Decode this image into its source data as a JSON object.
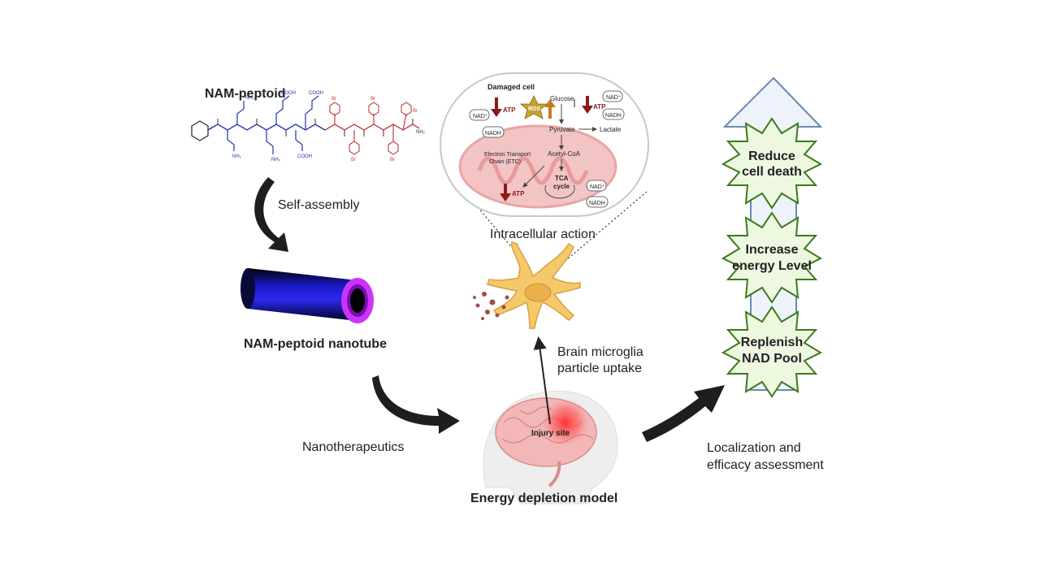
{
  "labels": {
    "nam_peptoid": "NAM-peptoid",
    "self_assembly": "Self-assembly",
    "nanotube": "NAM-peptoid nanotube",
    "nanotherapeutics": "Nanotherapeutics",
    "energy_model": "Energy depletion model",
    "intracellular": "Intracellular action",
    "microglia_1": "Brain microglia",
    "microglia_2": "particle uptake",
    "localization_1": "Localization and",
    "localization_2": "efficacy assessment",
    "injury_site": "Injury site"
  },
  "cell_inset": {
    "title": "Damaged cell",
    "glucose": "Glucose",
    "pyruvate": "Pyruvate",
    "lactate": "Lactate",
    "acetyl_coa": "Acetyl-CoA",
    "etc_1": "Electron Transport",
    "etc_2": "Chain (ETC)",
    "tca_1": "TCA",
    "tca_2": "cycle",
    "atp": "ATP",
    "ros": "ROS",
    "nad_plus": "NAD⁺",
    "nadh": "NADH"
  },
  "outcomes": {
    "top_1": "Reduce",
    "top_2": "cell death",
    "mid_1": "Increase",
    "mid_2": "energy Level",
    "bot_1": "Replenish",
    "bot_2": "NAD Pool"
  },
  "chem_labels": {
    "nh2": "NH₂",
    "cooh": "COOH",
    "br": "Br"
  },
  "colors": {
    "arrow_dark": "#1e1e1e",
    "nanotube": "#1a1acc",
    "nanotube_rim": "#cc33ff",
    "atp_arrow": "#8b1a1a",
    "ros_star": "#c8a030",
    "burst_fill": "#eef7e0",
    "burst_stroke": "#3a7a1a",
    "up_arrow_fill": "#eef3fa",
    "up_arrow_stroke": "#6a88b0",
    "mito": "#e8a6a6",
    "cell": "#f5c96a"
  }
}
